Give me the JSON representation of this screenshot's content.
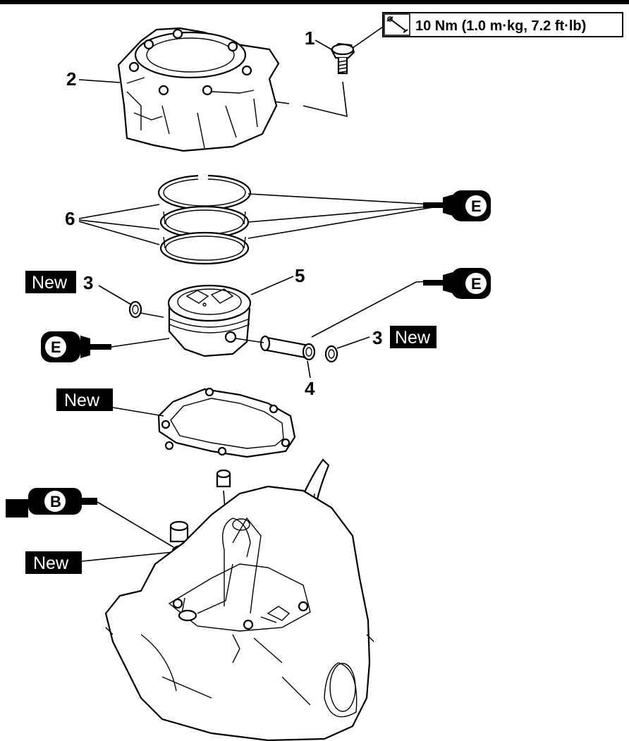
{
  "torque_spec": {
    "icon": "wrench-icon",
    "text": "10 Nm (1.0 m·kg, 7.2 ft·lb)"
  },
  "callouts": {
    "bolt": "1",
    "cylinder": "2",
    "clip_left": "3",
    "clip_right": "3",
    "piston_pin": "4",
    "piston": "5",
    "piston_rings": "6"
  },
  "badges": {
    "new_clip_left": "New",
    "new_clip_right": "New",
    "new_gasket": "New",
    "new_oring": "New"
  },
  "lubricants": {
    "engine_oil_rings": "E",
    "engine_oil_pin": "E",
    "engine_oil_piston": "E",
    "grease_oring": "B"
  },
  "colors": {
    "ink": "#000000",
    "paper": "#ffffff"
  }
}
